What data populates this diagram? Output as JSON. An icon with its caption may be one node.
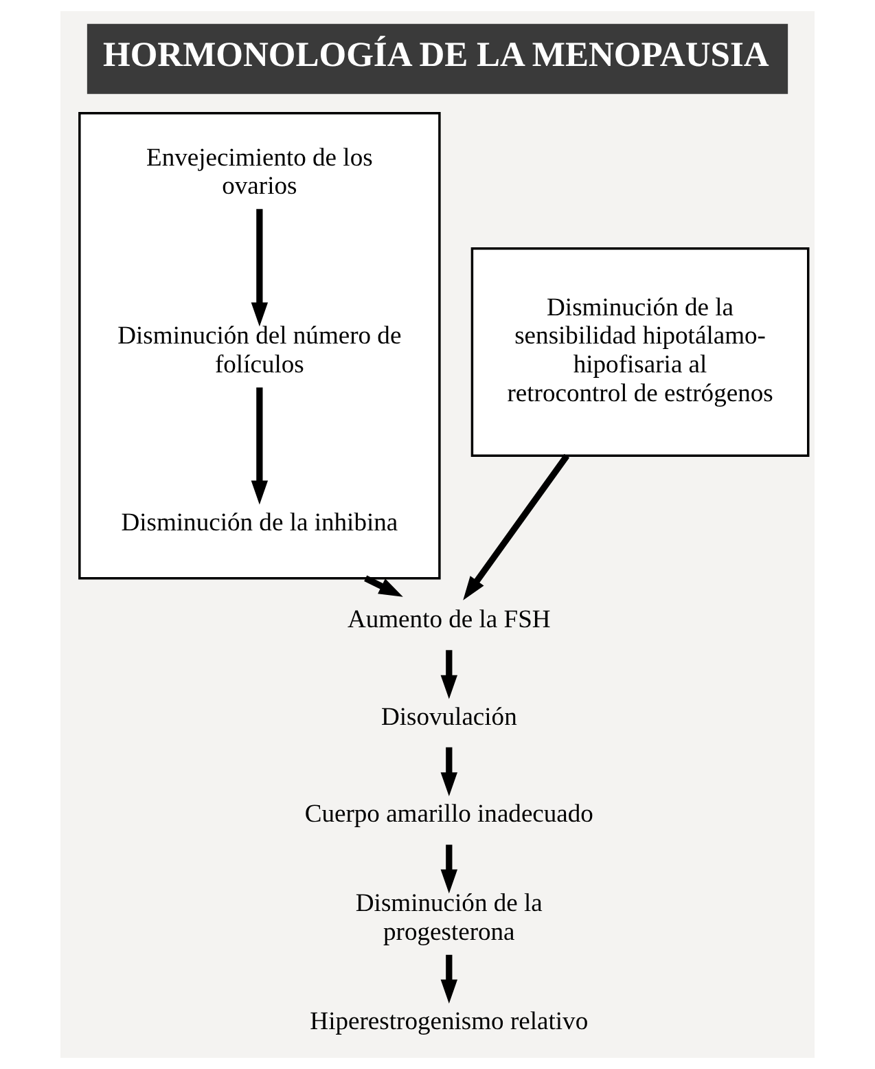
{
  "diagram": {
    "title": "HORMONOLOGÍA DE LA MENOPAUSIA",
    "nodes": [
      {
        "text": [],
        "shape": "box"
      },
      {
        "text": [
          "Envejecimiento de los ovarios"
        ],
        "in": 0
      },
      {
        "text": [
          "Disminución del número de folículos"
        ],
        "in": 0
      },
      {
        "text": [
          "Disminución de la inhibina"
        ],
        "in": 0
      },
      {
        "text": [
          "Disminución de la sensibilidad hipotálamo-hipofisaria al retrocontrol de estrógenos"
        ]
      },
      {
        "text": [
          "Aumento de la FSH"
        ]
      },
      {
        "text": [
          "Disovulación"
        ]
      },
      {
        "text": [
          "Cuerpo amarillo inadecuado"
        ]
      },
      {
        "text": [
          "Disminución de la progesterona"
        ]
      },
      {
        "text": [
          "Hiperestrogenismo relativo"
        ]
      }
    ],
    "edges": [
      {
        "from": 1,
        "to": 2,
        "arrow": "to"
      },
      {
        "from": 2,
        "to": 3,
        "arrow": "to"
      },
      {
        "from": 0,
        "to": 5,
        "arrow": "to"
      },
      {
        "from": 4,
        "to": 5,
        "arrow": "to"
      },
      {
        "from": 5,
        "to": 6,
        "arrow": "to"
      },
      {
        "from": 6,
        "to": 7,
        "arrow": "to"
      },
      {
        "from": 7,
        "to": 8,
        "arrow": "to"
      },
      {
        "from": 8,
        "to": 9,
        "arrow": "to"
      }
    ]
  }
}
